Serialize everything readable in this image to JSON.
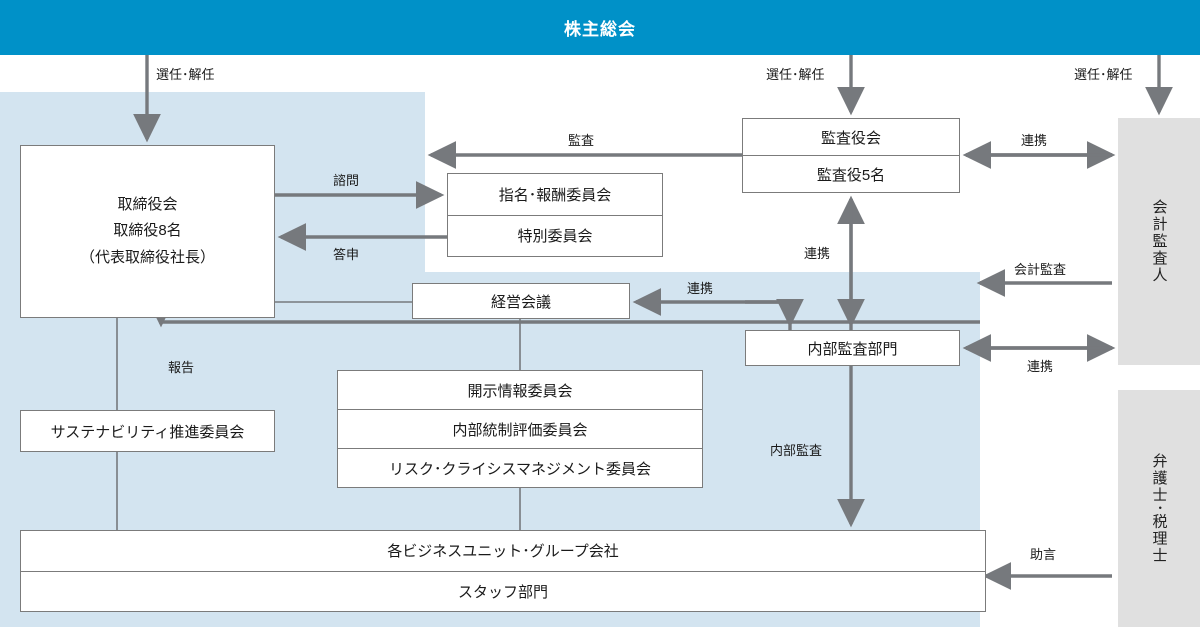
{
  "diagram": {
    "title": "株主総会",
    "accent_color": "#0091c8",
    "zone_color": "#d3e4f0",
    "external_color": "#e0e0e0",
    "line_color": "#76797d"
  },
  "nodes": {
    "shareholders_meeting": "株主総会",
    "board_of_directors": {
      "line1": "取締役会",
      "line2": "取締役8名",
      "line3": "（代表取締役社長）"
    },
    "nomination_committee": "指名･報酬委員会",
    "special_committee": "特別委員会",
    "audit_board": "監査役会",
    "audit_members": "監査役5名",
    "management_meeting": "経営会議",
    "internal_audit_dept": "内部監査部門",
    "sustainability_committee": "サステナビリティ推進委員会",
    "disclosure_committee": "開示情報委員会",
    "internal_control_committee": "内部統制評価委員会",
    "risk_crisis_committee": "リスク･クライシスマネジメント委員会",
    "business_units": "各ビジネスユニット･グループ会社",
    "staff_division": "スタッフ部門",
    "accounting_auditor": "会計監査人",
    "lawyer_tax_accountant": "弁護士･税理士"
  },
  "edges": {
    "appoint_dismiss_board": "選任･解任",
    "appoint_dismiss_audit": "選任･解任",
    "appoint_dismiss_accountant": "選任･解任",
    "consult": "諮問",
    "reply": "答申",
    "audit": "監査",
    "cooperate_audit_accountant": "連携",
    "cooperate_audit_internal": "連携",
    "cooperate_management": "連携",
    "cooperate_internal_lawyer": "連携",
    "accounting_audit": "会計監査",
    "report": "報告",
    "internal_audit": "内部監査",
    "advice": "助言"
  }
}
